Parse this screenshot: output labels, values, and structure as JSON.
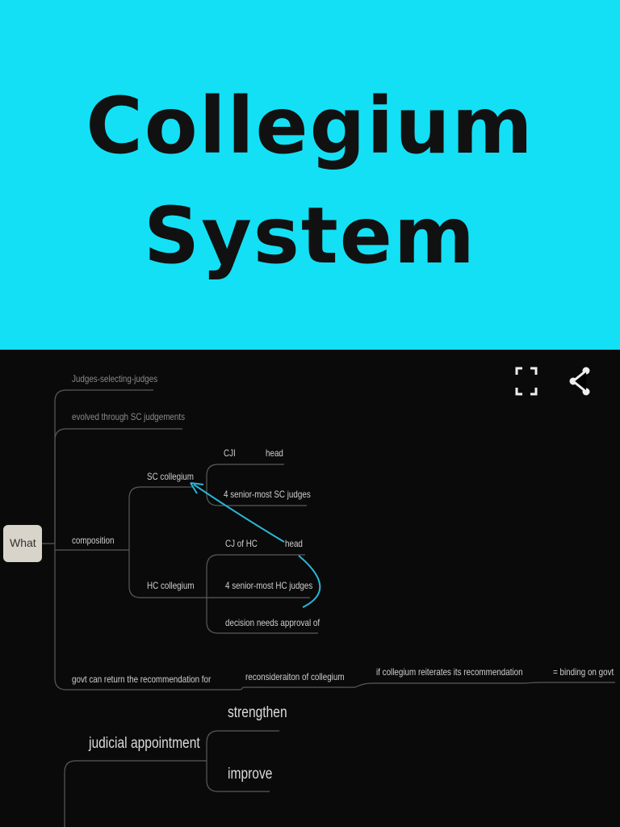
{
  "banner": {
    "title_line1": "Collegium",
    "title_line2": "System",
    "bg_color": "#13e0f5"
  },
  "toolbar": {
    "fullscreen_icon": "fullscreen-icon",
    "share_icon": "share-icon"
  },
  "mindmap": {
    "root": "What",
    "nodes": {
      "judges_selecting": "Judges-selecting-judges",
      "evolved": "evolved through SC judgements",
      "composition": "composition",
      "sc_collegium": "SC collegium",
      "cji": "CJI",
      "cji_head": "head",
      "sc_senior": "4 senior-most SC judges",
      "hc_collegium": "HC collegium",
      "cj_hc": "CJ of HC",
      "cj_hc_head": "head",
      "hc_senior": "4 senior-most HC judges",
      "decision": "decision needs approval of",
      "govt_return": "govt can return the recommendation for",
      "reconsideration": "reconsideraiton of collegium",
      "reiterates": "if collegium reiterates its recommendation",
      "binding": "= binding on govt",
      "judicial_appointment": "judicial appointment",
      "strengthen": "strengthen",
      "improve": "improve"
    },
    "arrow_color": "#2bb7d6"
  }
}
